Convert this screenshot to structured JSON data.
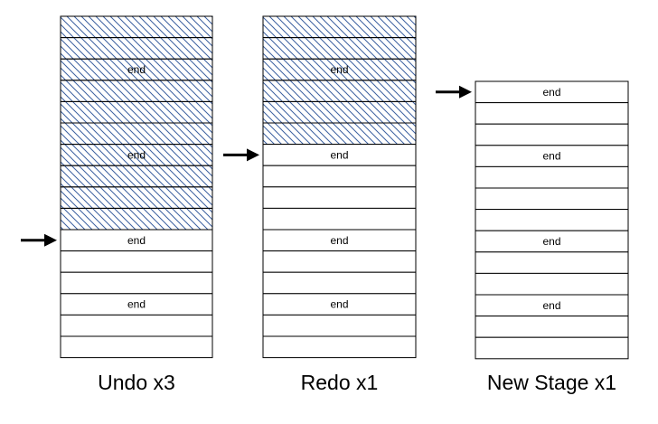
{
  "stacks": [
    {
      "caption": "Undo x3",
      "hatched_rows": 10,
      "pointer_row": 10,
      "rows": [
        "",
        "",
        "end",
        "",
        "",
        "",
        "end",
        "",
        "",
        "",
        "end",
        "",
        "",
        "end",
        "",
        ""
      ]
    },
    {
      "caption": "Redo x1",
      "hatched_rows": 6,
      "pointer_row": 6,
      "rows": [
        "",
        "",
        "end",
        "",
        "",
        "",
        "end",
        "",
        "",
        "",
        "end",
        "",
        "",
        "end",
        "",
        ""
      ]
    },
    {
      "caption": "New Stage x1",
      "hatched_rows": 0,
      "pointer_row": 0,
      "rows": [
        "end",
        "",
        "",
        "end",
        "",
        "",
        "",
        "end",
        "",
        "",
        "end",
        "",
        ""
      ]
    }
  ],
  "colors": {
    "hatch": "#3a5f9f",
    "border": "#000000",
    "arrow": "#000000"
  }
}
